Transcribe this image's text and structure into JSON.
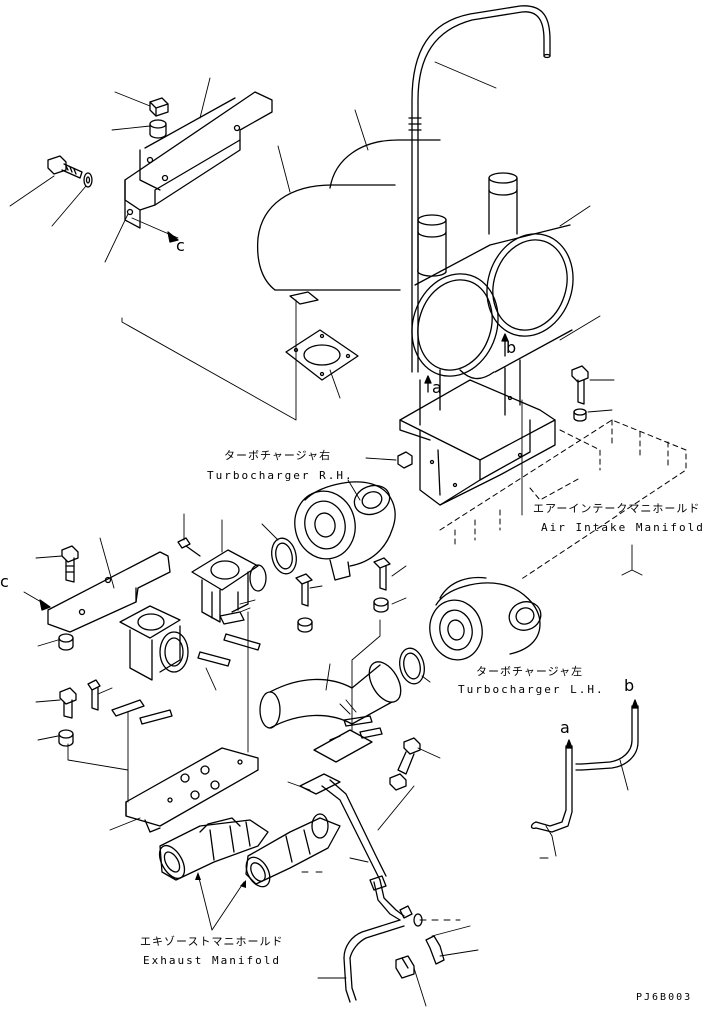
{
  "labels": {
    "turbo_rh_jp": "ターボチャージャ右",
    "turbo_rh_en": "Turbocharger R.H.",
    "turbo_lh_jp": "ターボチャージャ左",
    "turbo_lh_en": "Turbocharger L.H.",
    "intake_jp": "エアーインテークマニホールド",
    "intake_en": "Air Intake Manifold",
    "exhaust_jp": "エキゾーストマニホールド",
    "exhaust_en": "Exhaust Manifold"
  },
  "refs": {
    "c_top": "c",
    "c_left": "c",
    "a_mid": "a",
    "b_mid": "b",
    "a_detail": "a",
    "b_detail": "b"
  },
  "drawing_code": "PJ6B003"
}
